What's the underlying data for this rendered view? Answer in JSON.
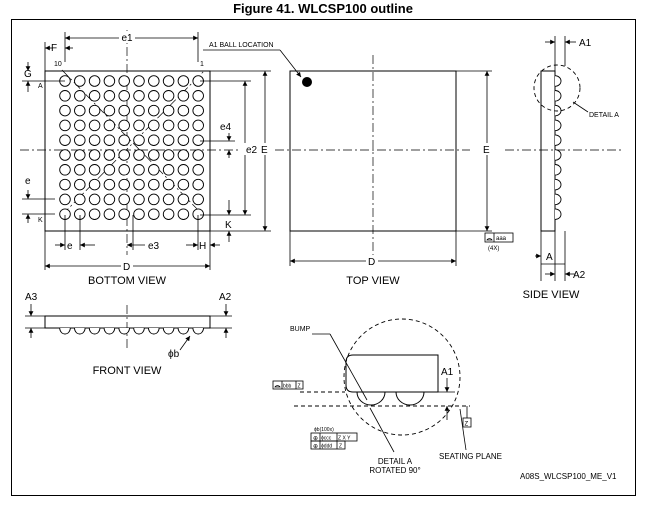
{
  "figure": {
    "title": "Figure 41. WLCSP100 outline",
    "reference_code": "A08S_WLCSP100_ME_V1"
  },
  "bottom_view": {
    "caption": "BOTTOM VIEW",
    "labels": {
      "e1": "e1",
      "F": "F",
      "G": "G",
      "A": "A",
      "col_10": "10",
      "col_1": "1",
      "e4": "e4",
      "e2": "e2",
      "E": "E",
      "e": "e",
      "K_row": "K",
      "K": "K",
      "e_bottom": "e",
      "e3": "e3",
      "H": "H",
      "D": "D"
    },
    "ball_rows": 10,
    "ball_cols": 10
  },
  "top_view": {
    "caption": "TOP VIEW",
    "a1_callout": "A1 BALL LOCATION",
    "E": "E",
    "D": "D",
    "tolerance": "aaa",
    "tolerance_count": "(4X)"
  },
  "side_view": {
    "caption": "SIDE VIEW",
    "A1": "A1",
    "A": "A",
    "A2": "A2",
    "detail": "DETAIL A"
  },
  "front_view": {
    "caption": "FRONT VIEW",
    "A3": "A3",
    "A2": "A2",
    "diameter": "ϕb"
  },
  "detail_a": {
    "bump": "BUMP",
    "A1": "A1",
    "caption_line1": "DETAIL A",
    "caption_line2": "ROTATED 90°",
    "seating_plane": "SEATING PLANE",
    "datum": "Z",
    "tol_ccc_count": "ϕb(100x)",
    "tol_ccc": "ϕccc",
    "tol_ccc_datums": "Z X Y",
    "tol_ddd": "ϕddd",
    "tol_ddd_datum": "Z",
    "tol_bbb": "bbb",
    "tol_bbb_datum": "Z"
  }
}
